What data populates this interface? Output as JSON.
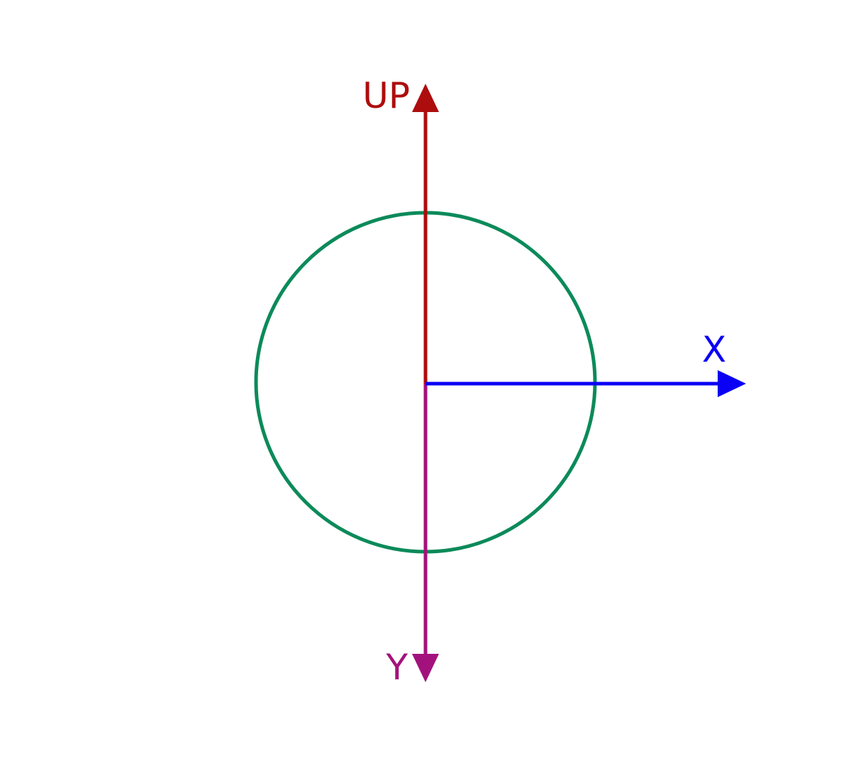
{
  "diagram": {
    "labels": {
      "up": "UP",
      "x": "X",
      "y": "Y"
    },
    "colors": {
      "circle": "#0b8a5a",
      "up_axis": "#ad0d0d",
      "x_axis": "#0a00f5",
      "y_axis": "#a3127c"
    }
  }
}
